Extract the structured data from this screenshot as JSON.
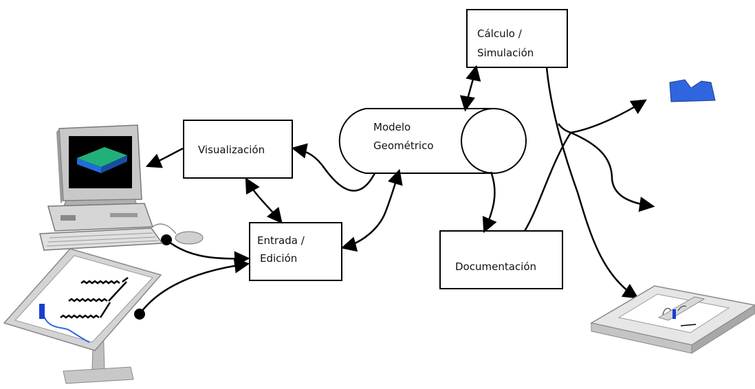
{
  "nodes": {
    "calculo": {
      "line1": "Cálculo /",
      "line2": "Simulación"
    },
    "visualizacion": {
      "label": "Visualización"
    },
    "modelo": {
      "line1": "Modelo",
      "line2": "Geométrico"
    },
    "entrada": {
      "line1": "Entrada /",
      "line2": "Edición"
    },
    "documentacion": {
      "label": "Documentación"
    }
  },
  "illustrations": {
    "computer": "computer-workstation-icon",
    "tablet": "digitizer-tablet-icon",
    "machined_part": "machined-part-icon",
    "cnc_frame": "cnc-machine-icon"
  },
  "colors": {
    "line": "#000000",
    "part_blue": "#2f66e0",
    "screen_green": "#22b07a",
    "screen_blue": "#1d6fd6",
    "gray_device": "#c8c8c8"
  }
}
